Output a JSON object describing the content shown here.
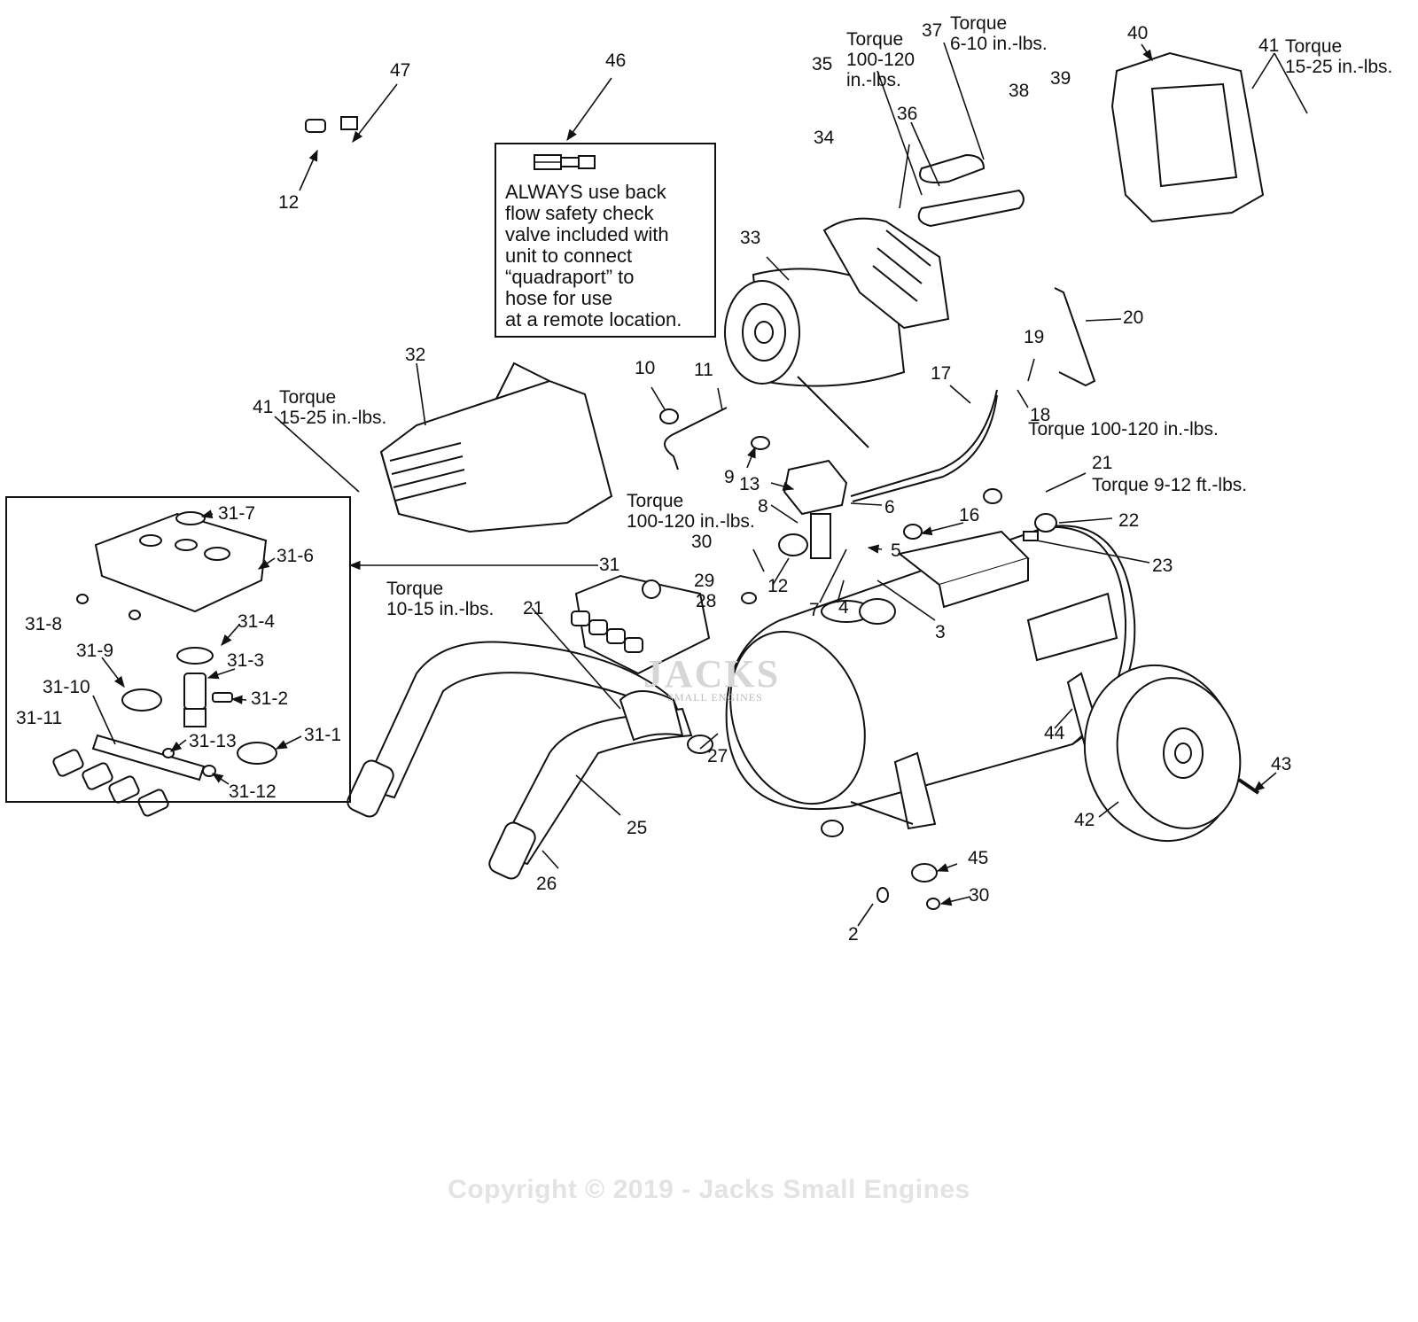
{
  "callouts": {
    "c47": "47",
    "c46": "46",
    "c12a": "12",
    "c40": "40",
    "c41a": "41",
    "c37": "37",
    "c35": "35",
    "c36": "36",
    "c38": "38",
    "c39": "39",
    "c34": "34",
    "c33": "33",
    "c20": "20",
    "c19": "19",
    "c18": "18",
    "c17": "17",
    "c10": "10",
    "c11": "11",
    "c32": "32",
    "c41b": "41",
    "c9": "9",
    "c13": "13",
    "c8": "8",
    "c6": "6",
    "c16": "16",
    "c21a": "21",
    "c22": "22",
    "c23": "23",
    "c5": "5",
    "c30a": "30",
    "c12b": "12",
    "c29": "29",
    "c28": "28",
    "c7": "7",
    "c4": "4",
    "c3": "3",
    "c31": "31",
    "c21b": "21",
    "c27": "27",
    "c44": "44",
    "c43": "43",
    "c42": "42",
    "c25": "25",
    "c26": "26",
    "c45": "45",
    "c30b": "30",
    "c2": "2",
    "c31_7": "31-7",
    "c31_6": "31-6",
    "c31_8": "31-8",
    "c31_4": "31-4",
    "c31_9": "31-9",
    "c31_3": "31-3",
    "c31_10": "31-10",
    "c31_2": "31-2",
    "c31_11": "31-11",
    "c31_1": "31-1",
    "c31_13": "31-13",
    "c31_12": "31-12"
  },
  "torque": {
    "t35": [
      "Torque",
      "100-120",
      "in.-lbs."
    ],
    "t37": [
      "Torque",
      "6-10 in.-lbs."
    ],
    "t41a": [
      "Torque",
      "15-25 in.-lbs."
    ],
    "t18": "Torque 100-120 in.-lbs.",
    "t41b": [
      "Torque",
      "15-25  in.-lbs."
    ],
    "t21": "Torque 9-12 ft.-lbs.",
    "t8": [
      "Torque",
      "100-120 in.-lbs."
    ],
    "t31": [
      "Torque",
      "10-15  in.-lbs."
    ]
  },
  "notice": {
    "lines": [
      "ALWAYS use back",
      "flow safety check",
      "valve included with",
      "unit to connect",
      "“quadraport” to",
      "hose for use",
      "at a remote location."
    ]
  },
  "brand_mark": "JACKS",
  "brand_sub": "SMALL ENGINES",
  "watermark": "Copyright © 2019 - Jacks Small Engines"
}
